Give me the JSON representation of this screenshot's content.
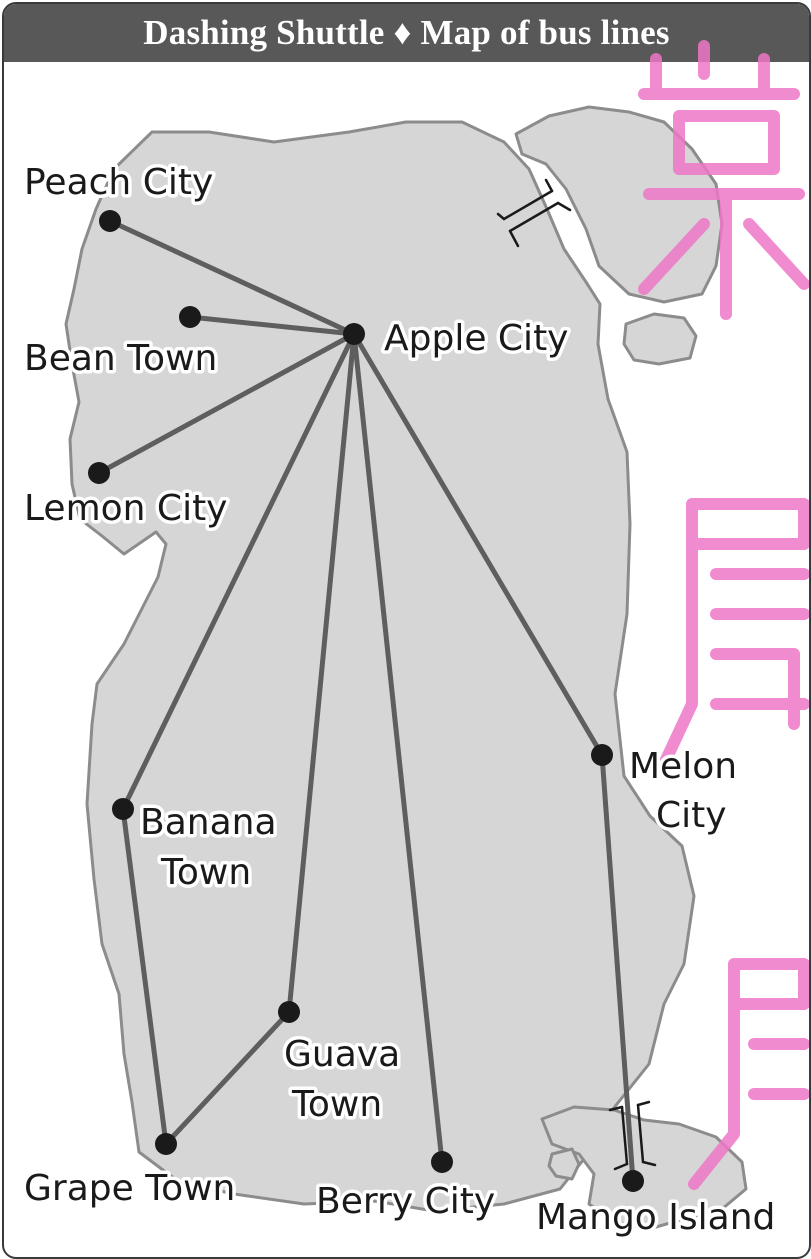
{
  "header": {
    "title": "Dashing Shuttle ♦ Map of bus lines"
  },
  "colors": {
    "land": "#d6d6d6",
    "coast": "#8c8c8c",
    "route": "#5e5e5e",
    "stop": "#1a1a1a",
    "watermark": "#ee77c8",
    "header_bg": "#585858"
  },
  "places": {
    "peach_city": "Peach City",
    "bean_town": "Bean Town",
    "lemon_city": "Lemon City",
    "apple_city": "Apple City",
    "banana_town_1": "Banana",
    "banana_town_2": "Town",
    "melon_city_1": "Melon",
    "melon_city_2": "City",
    "guava_town_1": "Guava",
    "guava_town_2": "Town",
    "grape_town": "Grape Town",
    "berry_city": "Berry City",
    "mango_island": "Mango Island"
  },
  "bus_lines": [
    [
      "Peach City",
      "Apple City"
    ],
    [
      "Bean Town",
      "Apple City"
    ],
    [
      "Lemon City",
      "Apple City"
    ],
    [
      "Apple City",
      "Banana Town"
    ],
    [
      "Apple City",
      "Guava Town"
    ],
    [
      "Apple City",
      "Berry City"
    ],
    [
      "Apple City",
      "Melon City"
    ],
    [
      "Banana Town",
      "Grape Town"
    ],
    [
      "Guava Town",
      "Grape Town"
    ],
    [
      "Melon City",
      "Mango Island"
    ]
  ],
  "watermark": {
    "text": "亲属房",
    "note": "decorative pink outlined CJK characters overlaid on right edge"
  }
}
